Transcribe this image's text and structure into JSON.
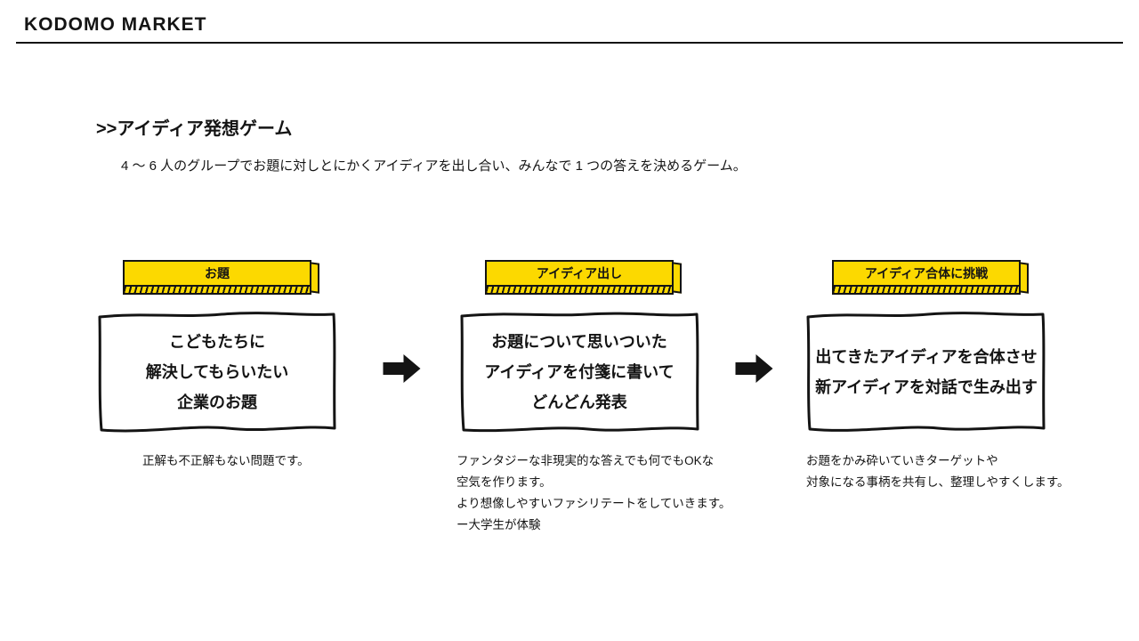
{
  "brand": "KODOMO MARKET",
  "title": ">>アイディア発想ゲーム",
  "description": "4 ～ 6 人のグループでお題に対しとにかくアイディアを出し合い、みんなで 1 つの答えを決めるゲーム。",
  "steps": [
    {
      "banner": "お題",
      "box_lines": [
        "こどもたちに",
        "解決してもらいたい",
        "企業のお題"
      ],
      "notes": [
        "正解も不正解もない問題です。"
      ]
    },
    {
      "banner": "アイディア出し",
      "box_lines": [
        "お題について思いついた",
        "アイディアを付箋に書いて",
        "どんどん発表"
      ],
      "notes": [
        "ファンタジーな非現実的な答えでも何でもOKな",
        "空気を作ります。",
        "より想像しやすいファシリテートをしていきます。",
        "ー大学生が体験"
      ]
    },
    {
      "banner": "アイディア合体に挑戦",
      "box_lines": [
        "出てきたアイディアを合体させ",
        "新アイディアを対話で生み出す"
      ],
      "notes": [
        "お題をかみ砕いていきターゲットや",
        "対象になる事柄を共有し、整理しやすくします。"
      ]
    }
  ],
  "colors": {
    "ribbon_yellow": "#fcd900",
    "ink": "#141414",
    "background": "#ffffff"
  }
}
